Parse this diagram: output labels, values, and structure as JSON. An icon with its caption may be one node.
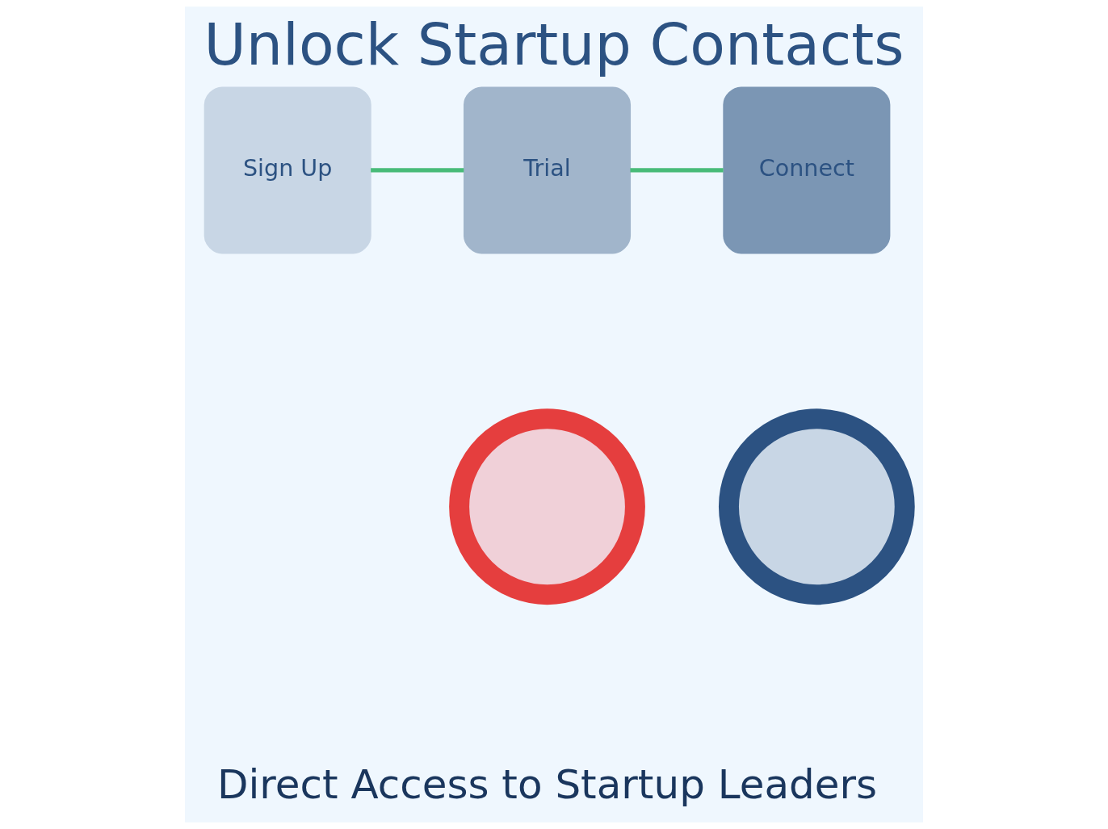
{
  "diagram": {
    "title": "Unlock Startup Contacts",
    "caption": "Direct Access to Startup Leaders",
    "nodes": [
      {
        "text": [
          "Sign Up"
        ]
      },
      {
        "text": [
          "Trial"
        ]
      },
      {
        "text": [
          "Connect"
        ]
      },
      {
        "text": [],
        "shape": "person"
      },
      {
        "text": [],
        "shape": "person"
      }
    ],
    "edges": [
      {
        "from": 0,
        "to": 1,
        "arrow": "none"
      },
      {
        "from": 1,
        "to": 2,
        "arrow": "none"
      }
    ]
  }
}
